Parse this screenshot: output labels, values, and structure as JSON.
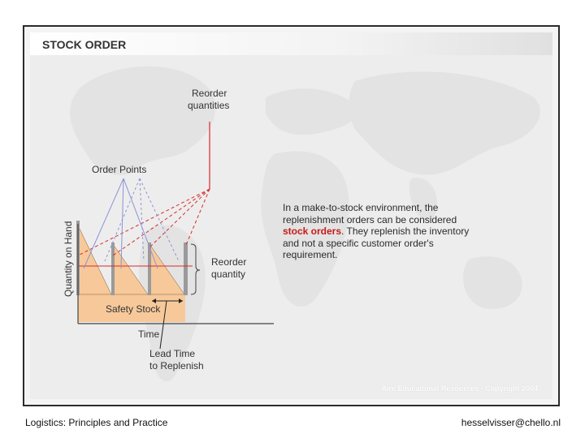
{
  "slide": {
    "title": "STOCK ORDER",
    "copyright": "Aire Educational Resources - Copyright 2004"
  },
  "diagram": {
    "reorder_quantities_label": [
      "Reorder",
      "quantities"
    ],
    "order_points_label": "Order Points",
    "y_axis_label": "Quantity on Hand",
    "safety_stock_label": "Safety Stock",
    "reorder_quantity_label": [
      "Reorder",
      "quantity"
    ],
    "time_label": "Time",
    "lead_time_label": [
      "Lead Time",
      "to Replenish"
    ]
  },
  "text": {
    "para_part1": "In a make-to-stock environment, the replenishment orders can be considered ",
    "para_highlight": "stock orders",
    "para_part2": ". They replenish the inventory and not a specific customer order's requirement."
  },
  "footer": {
    "left": "Logistics: Principles and Practice",
    "right": "hesselvisser@chello.nl"
  },
  "colors": {
    "safety_stock_fill": "#f7c99a",
    "sawtooth_fill": "#f7c99a",
    "reorder_line": "#d92b2b",
    "order_point_line": "#8c93d6",
    "highlight_text": "#c81a1a"
  }
}
